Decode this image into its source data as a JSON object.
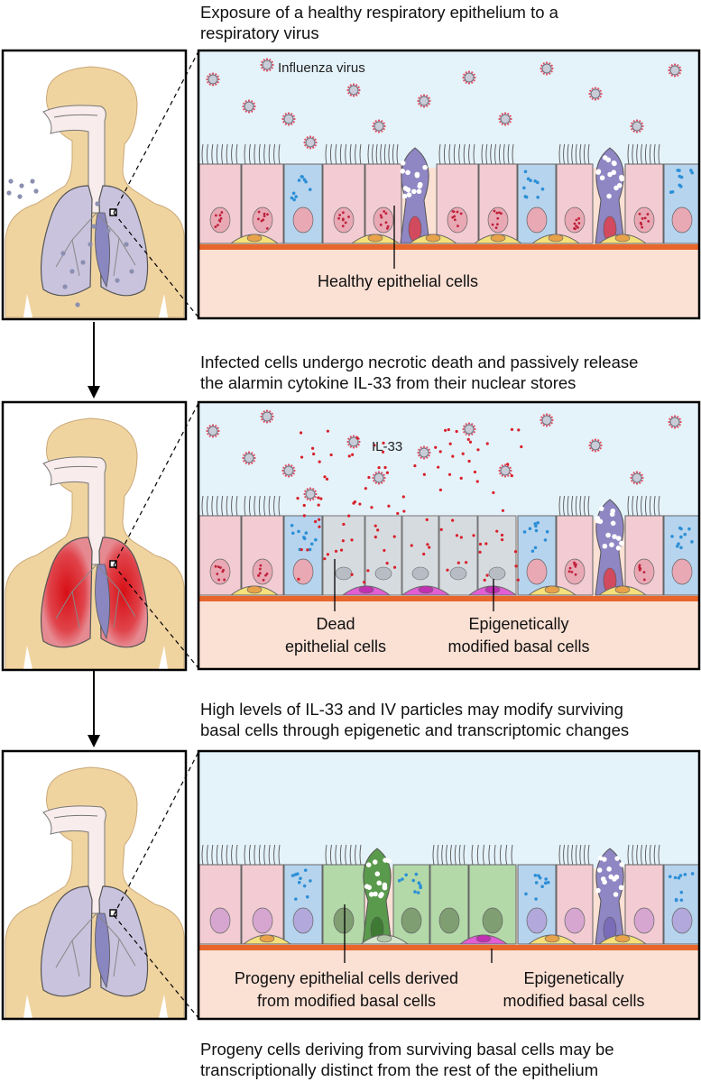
{
  "stages": [
    {
      "caption_lines": [
        "Exposure of a healthy respiratory epithelium to a",
        "respiratory virus"
      ],
      "virus_label": "Influenza virus",
      "cell_label": "Healthy epithelial cells"
    },
    {
      "caption_lines": [
        "Infected cells undergo necrotic death and passively release",
        "the alarmin cytokine IL-33 from their nuclear stores"
      ],
      "il33_label": "IL-33",
      "dead_label_lines": [
        "Dead",
        "epithelial cells"
      ],
      "epi_label_lines": [
        "Epigenetically",
        "modified basal cells"
      ]
    },
    {
      "caption_lines": [
        "High levels of IL-33 and IV particles may modify surviving",
        "basal cells through epigenetic and transcriptomic changes"
      ],
      "progeny_label_lines": [
        "Progeny epithelial cells derived",
        "from modified basal cells"
      ],
      "epi_label_lines": [
        "Epigenetically",
        "modified basal cells"
      ]
    }
  ],
  "final_caption_lines": [
    "Progeny cells deriving from surviving basal cells may be",
    "transcriptionally distinct from the rest of the epithelium"
  ],
  "colors": {
    "skin": "#f0d4a0",
    "panel_sky": "#e4f2fa",
    "lamina": "#fbe0d4",
    "membrane": "#e8662c",
    "ciliated": "#f2ccd2",
    "club": "#b7d4ee",
    "goblet": "#8f86c4",
    "basal": "#f5e07a",
    "modified_basal": "#e35ed4",
    "progeny": "#b3d9a8",
    "progeny_goblet": "#5a9a4c",
    "dead": "#d6dbe0",
    "il33_dot": "#d8202a",
    "lung_infected": "#d42a2a"
  }
}
